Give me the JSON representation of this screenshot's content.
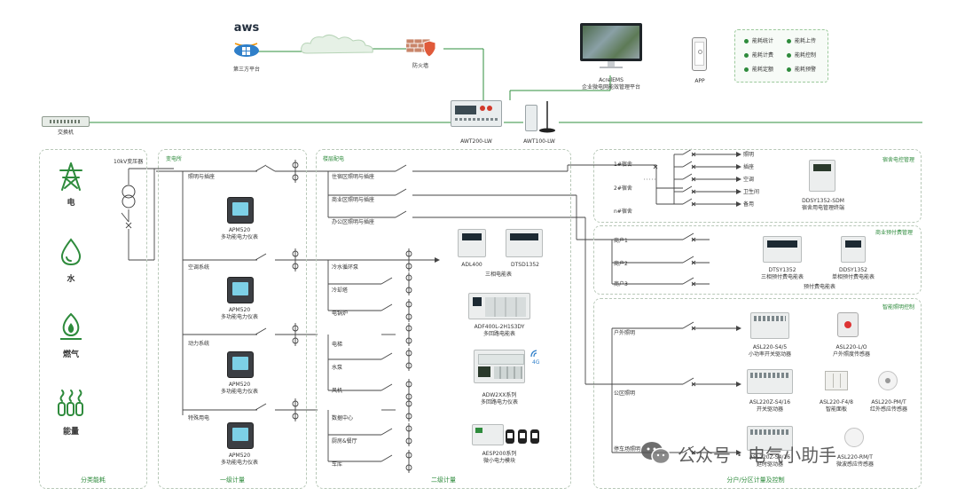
{
  "top": {
    "aws_logo": "aws",
    "aws_label": "第三方平台",
    "firewall_label": "防火墙",
    "ems_name": "AcrelEMS",
    "ems_desc": "企业微电网能效管理平台",
    "app_label": "APP",
    "switch_label": "交换机",
    "gateway1": "AWT200-LW",
    "gateway2": "AWT100-LW",
    "features": [
      "能耗统计",
      "能耗上传",
      "能耗计费",
      "能耗控制",
      "能耗定额",
      "能耗预警"
    ]
  },
  "energy": {
    "items": [
      "电",
      "水",
      "燃气",
      "能量"
    ],
    "footer": "分类能耗"
  },
  "level1": {
    "transformer": "10kV变压器",
    "header": "变电所",
    "circuits": [
      "照明与插座",
      "空调系统",
      "动力系统",
      "特殊用电"
    ],
    "meter_model": "APM520",
    "meter_desc": "多功能电力仪表",
    "footer": "一级计量"
  },
  "level2": {
    "header": "楼层配电",
    "circuits": [
      "住宿区照明与插座",
      "商业区照明与插座",
      "办公区照明与插座",
      "冷水循环泵",
      "冷却塔",
      "电锅炉",
      "电梯",
      "水泵",
      "风机",
      "数据中心",
      "厨房&餐厅",
      "车库"
    ],
    "devices": {
      "adl400": "ADL400",
      "dtsd1352": "DTSD1352",
      "three_phase": "三相电能表",
      "adf400l": "ADF400L-2H1S3DY",
      "multi_loop": "多回路电能表",
      "adw2xx": "ADW2XX系列",
      "adw2xx_desc": "多回路电力仪表",
      "signal_4g": "4G",
      "aesp200": "AESP200系列",
      "aesp200_desc": "微小电力模块"
    },
    "footer": "二级计量"
  },
  "level3": {
    "dorm": {
      "title": "宿舍电控管理",
      "rooms": [
        "1#宿舍",
        "2#宿舍",
        "n#宿舍"
      ],
      "loads": [
        "照明",
        "插座",
        "空调",
        "卫生间",
        "备用"
      ],
      "device": "DDSY1352-SDM",
      "device_desc": "宿舍用电管理终端"
    },
    "prepay": {
      "title": "商业预付费管理",
      "users": [
        "商户1",
        "商户2",
        "商户3"
      ],
      "dev1": "DTSY1352",
      "dev1_desc": "三相预付费电能表",
      "dev2": "DDSY1352",
      "dev2_desc": "单相预付费电能表",
      "group": "预付费电能表"
    },
    "lighting": {
      "title": "智能照明控制",
      "zones": [
        "户外照明",
        "公区照明",
        "停车场照明"
      ],
      "d1": "ASL220-S4/5",
      "d1_desc": "小功率开关驱动器",
      "d2": "ASL220-L/O",
      "d2_desc": "户外照度传感器",
      "d3": "ASL220Z-S4/16",
      "d3_desc": "开关驱动器",
      "d4": "ASL220-F4/8",
      "d4_desc": "智能面板",
      "d5": "ASL220-PM/T",
      "d5_desc": "红外感应传感器",
      "d6": "ASL220Z-S4/16",
      "d6_desc": "延时驱动器",
      "d7": "ASL220-RM/T",
      "d7_desc": "微波感应传感器"
    },
    "footer": "分户/分区计量及控制"
  },
  "watermark": {
    "text": "公众号 · 电气小助手"
  }
}
